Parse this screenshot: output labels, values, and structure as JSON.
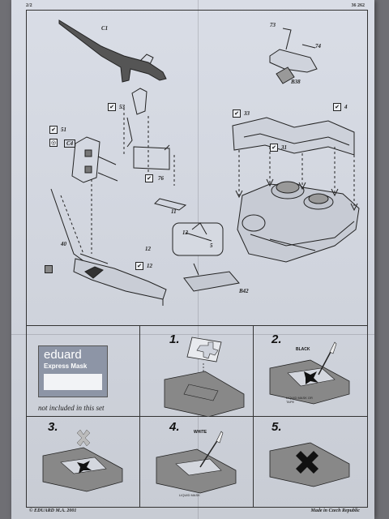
{
  "header": {
    "page_left": "2/2",
    "page_right": "36 262"
  },
  "parts": {
    "c1": "C1",
    "b38": "B38",
    "p73": "73",
    "p74": "74",
    "p53": "53",
    "p51": "51",
    "c4": "C4",
    "p76": "76",
    "p11": "11",
    "p40": "40",
    "p12a": "12",
    "p12b": "12",
    "p12c": "12",
    "p5": "5",
    "b42": "B42",
    "p33": "33",
    "p4": "4",
    "p31": "31"
  },
  "mask": {
    "brand": "eduard",
    "product": "Express Mask",
    "not_included": "not included in this set"
  },
  "steps": [
    {
      "num": "1."
    },
    {
      "num": "2.",
      "label": "BLACK",
      "note": "LIQUID MASK OR TAPE"
    },
    {
      "num": "3."
    },
    {
      "num": "4.",
      "label": "WHITE",
      "note": "LIQUID MASK"
    },
    {
      "num": "5."
    }
  ],
  "footer": {
    "left": "© EDUARD M.A. 2001",
    "right": "Made in Czech Republic"
  }
}
